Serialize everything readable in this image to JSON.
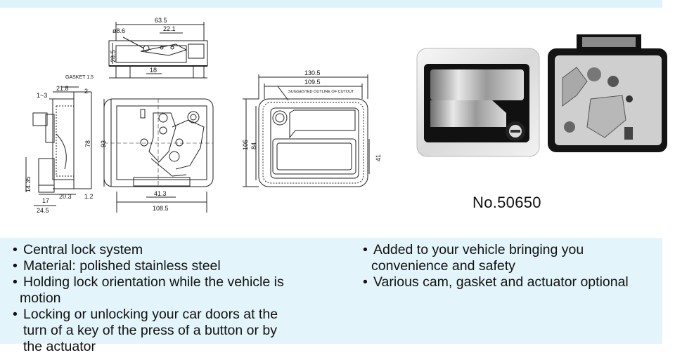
{
  "drawing": {
    "labels": {
      "d86": "ø8.6",
      "d635": "63.5",
      "d221": "22.1",
      "d285": "28.5",
      "d18": "18",
      "gasket": "GASKET 1.5",
      "d218": "21.8",
      "d13": "1~3",
      "d2": "2",
      "d78": "78",
      "d93": "93",
      "d1435": "14.35",
      "d17": "17",
      "d203": "20.3",
      "d12": "1.2",
      "d245": "24.5",
      "d413": "41.3",
      "d1085": "108.5",
      "d1305": "130.5",
      "d1095": "109.5",
      "cutout": "SUGGESTED OUTLINE OF CUTOUT",
      "d105": "105",
      "d84": "84",
      "d41": "41"
    }
  },
  "model_number": "No.50650",
  "features": {
    "left": [
      "Central lock system",
      "Material: polished stainless steel",
      "Holding lock orientation while the vehicle is",
      "motion",
      "Locking or unlocking your car doors at the",
      "turn of a key of the press of a button or by",
      "the actuator"
    ],
    "right": [
      "Added to your vehicle bringing you",
      "convenience and safety",
      "Various cam, gasket and actuator optional"
    ]
  }
}
